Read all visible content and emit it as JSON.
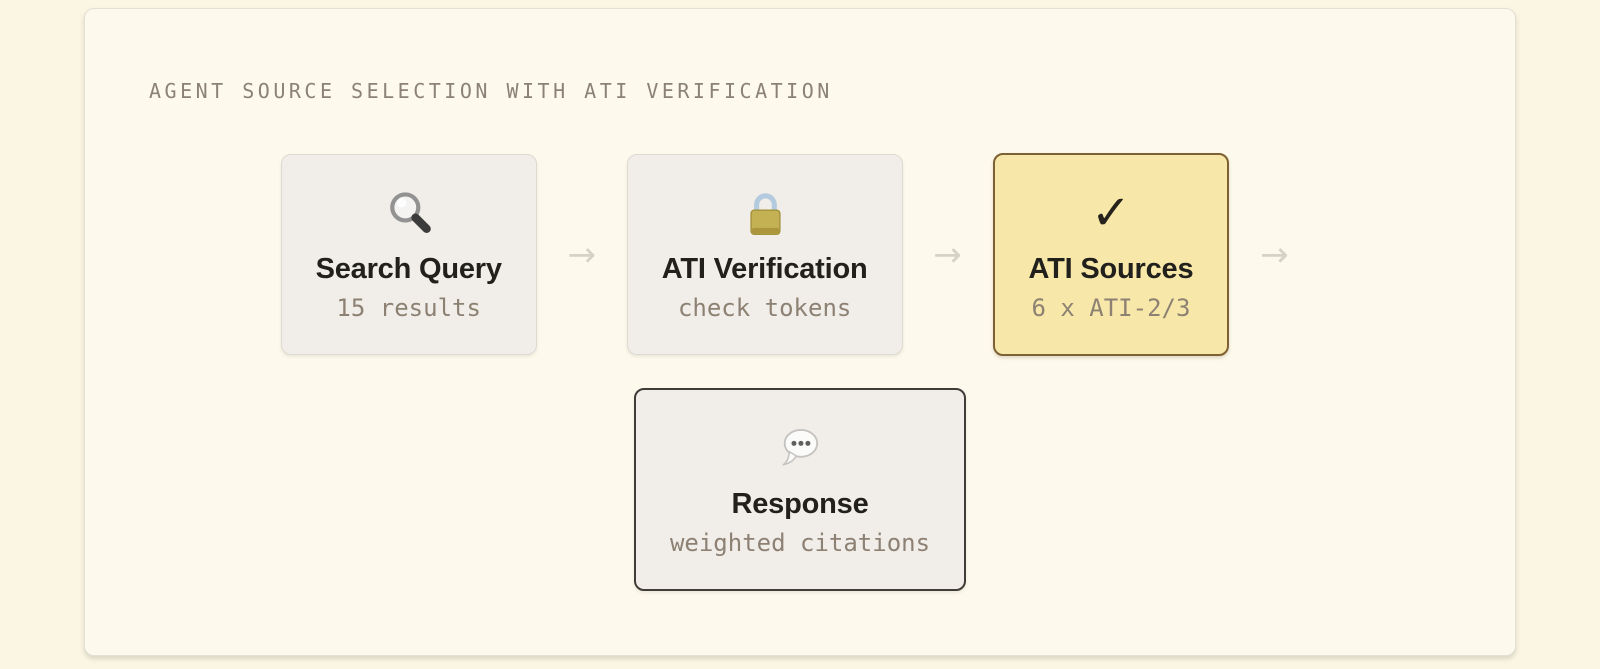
{
  "header": {
    "title": "AGENT SOURCE SELECTION WITH ATI VERIFICATION"
  },
  "flow": {
    "arrow_glyph": "→",
    "check_glyph": "✓",
    "nodes": [
      {
        "label": "Search Query",
        "sublabel": "15 results",
        "icon": "magnifier-icon",
        "state": "default"
      },
      {
        "label": "ATI Verification",
        "sublabel": "check tokens",
        "icon": "lock-icon",
        "state": "default"
      },
      {
        "label": "ATI Sources",
        "sublabel": "6 x ATI-2/3",
        "icon": "checkmark-icon",
        "state": "highlighted"
      },
      {
        "label": "Response",
        "sublabel": "weighted citations",
        "icon": "speech-bubble-icon",
        "state": "final"
      }
    ]
  },
  "colors": {
    "page_bg": "#fbf5e3",
    "card_bg": "#fdf9ec",
    "card_border": "#e3e0d6",
    "node_bg": "#f1eeea",
    "node_border": "#dddad1",
    "highlight_bg": "#f7e8a9",
    "highlight_border": "#7d6134",
    "final_border": "#403d38",
    "arrow": "#d6d2c5",
    "title_text": "#8b8176",
    "node_title_text": "#21201d",
    "node_sub_text": "#8d8173"
  }
}
